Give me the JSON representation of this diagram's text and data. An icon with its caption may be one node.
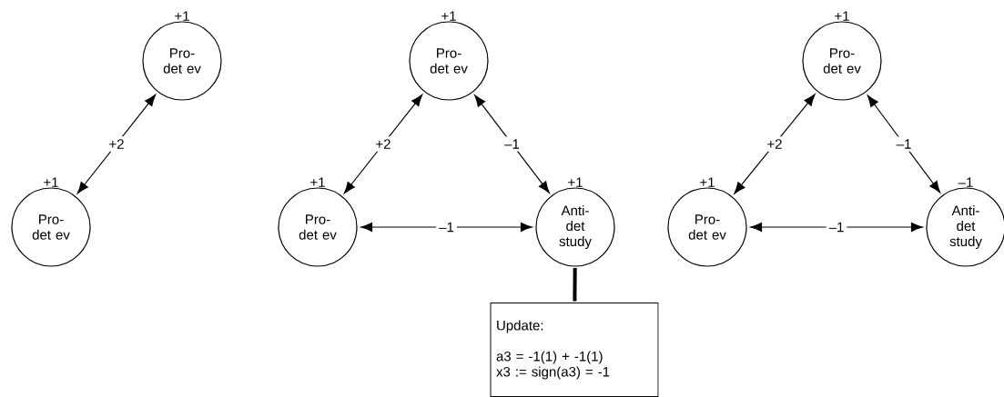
{
  "diagram": {
    "nodes": [
      {
        "text": [
          "Pro- det ev"
        ],
        "beside": [
          "+1"
        ]
      },
      {
        "text": [
          "Pro- det ev"
        ],
        "beside": [
          "+1"
        ]
      },
      {
        "text": [
          "Pro- det ev"
        ],
        "beside": [
          "+1"
        ]
      },
      {
        "text": [
          "Pro- det ev"
        ],
        "beside": [
          "+1"
        ]
      },
      {
        "text": [
          "Anti- det study"
        ],
        "beside": [
          "+1"
        ]
      },
      {
        "text": [
          "Update:",
          "a3 = -1(1) + -1(1)",
          "x3 := sign(a3) = -1"
        ]
      },
      {
        "text": [
          "Pro- det ev"
        ],
        "beside": [
          "+1"
        ]
      },
      {
        "text": [
          "Pro- det ev"
        ],
        "beside": [
          "+1"
        ]
      },
      {
        "text": [
          "Anti- det study"
        ],
        "beside": [
          "–1"
        ]
      }
    ],
    "edges": [
      {
        "from": 1,
        "to": 0,
        "arrow": "both",
        "label": "+2"
      },
      {
        "from": 3,
        "to": 2,
        "arrow": "both",
        "label": "+2"
      },
      {
        "from": 2,
        "to": 4,
        "arrow": "both",
        "label": "–1"
      },
      {
        "from": 3,
        "to": 4,
        "arrow": "both",
        "label": "–1"
      },
      {
        "from": 4,
        "to": 5,
        "arrow": "none",
        "style": "thick"
      },
      {
        "from": 7,
        "to": 6,
        "arrow": "both",
        "label": "+2"
      },
      {
        "from": 6,
        "to": 8,
        "arrow": "both",
        "label": "–1"
      },
      {
        "from": 7,
        "to": 8,
        "arrow": "both",
        "label": "–1"
      }
    ]
  }
}
